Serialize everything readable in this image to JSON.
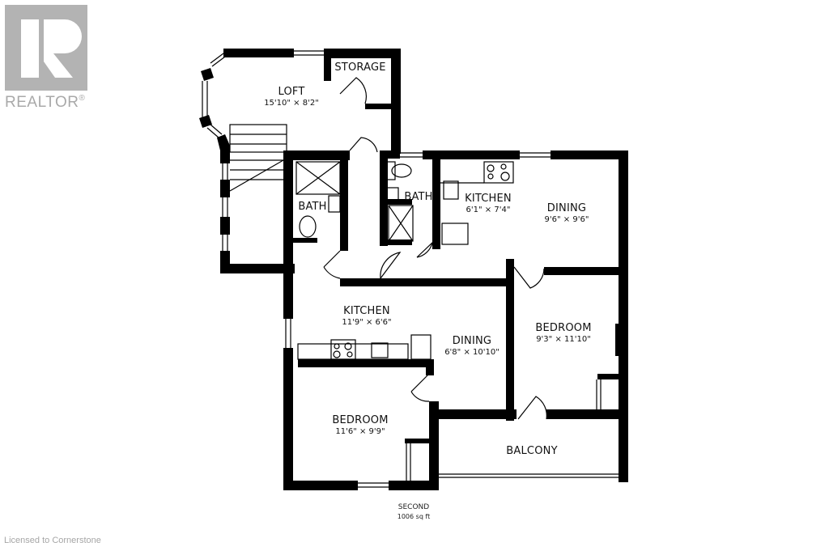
{
  "branding": {
    "logo_word": "REALTOR",
    "logo_mark": "®",
    "license_text": "Licensed to Cornerstone"
  },
  "floor": {
    "name": "SECOND",
    "area": "1006 sq ft"
  },
  "rooms": [
    {
      "id": "loft",
      "name": "LOFT",
      "dim": "15'10\" × 8'2\""
    },
    {
      "id": "storage",
      "name": "STORAGE",
      "dim": ""
    },
    {
      "id": "bath-left",
      "name": "BATH",
      "dim": ""
    },
    {
      "id": "bath-right",
      "name": "BATH",
      "dim": ""
    },
    {
      "id": "kitchen-upper",
      "name": "KITCHEN",
      "dim": "6'1\" × 7'4\""
    },
    {
      "id": "dining-upper",
      "name": "DINING",
      "dim": "9'6\" × 9'6\""
    },
    {
      "id": "kitchen-lower",
      "name": "KITCHEN",
      "dim": "11'9\" × 6'6\""
    },
    {
      "id": "dining-lower",
      "name": "DINING",
      "dim": "6'8\" × 10'10\""
    },
    {
      "id": "bedroom-right",
      "name": "BEDROOM",
      "dim": "9'3\" × 11'10\""
    },
    {
      "id": "bedroom-left",
      "name": "BEDROOM",
      "dim": "11'6\" × 9'9\""
    },
    {
      "id": "balcony",
      "name": "BALCONY",
      "dim": ""
    }
  ],
  "colors": {
    "wall": "#000000",
    "logo_gray": "#b3b3b3",
    "license_gray": "#a6a6a6"
  }
}
